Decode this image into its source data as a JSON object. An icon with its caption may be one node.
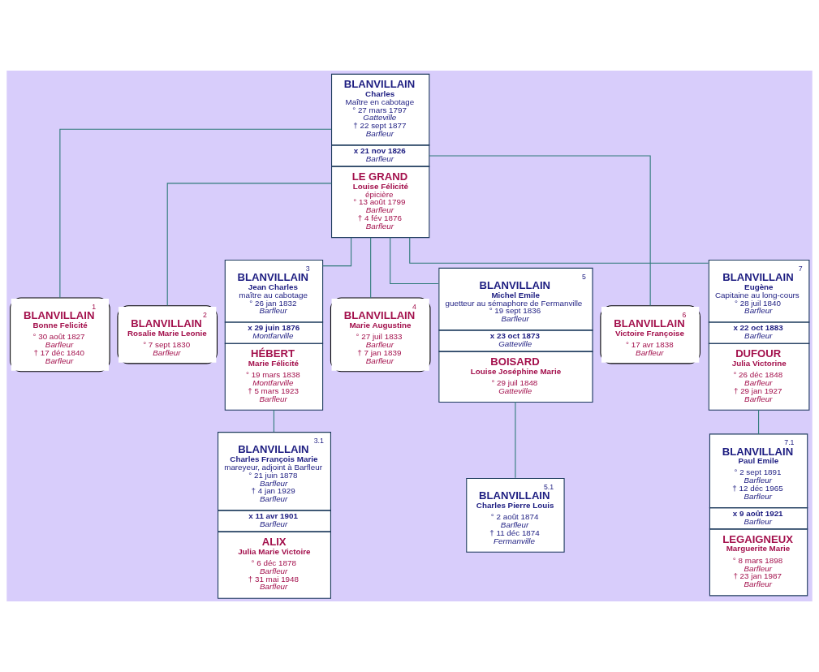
{
  "diagram": {
    "nodes": [
      {
        "text": [
          "BLANVILLAIN",
          "Charles",
          "Maître en cabotage",
          "° 27 mars 1797",
          "Gatteville",
          "† 22 sept 1877",
          "Barfleur",
          "x 21 nov 1826",
          "Barfleur",
          "LE GRAND",
          "Louise Félicité",
          "épicière",
          "° 13 août 1799",
          "Barfleur",
          "† 4 fév 1876",
          "Barfleur"
        ]
      },
      {
        "text": [
          "1",
          "BLANVILLAIN",
          "Bonne Felicité",
          "° 30 août 1827",
          "Barfleur",
          "† 17 déc 1840",
          "Barfleur"
        ]
      },
      {
        "text": [
          "2",
          "BLANVILLAIN",
          "Rosalie Marie Leonie",
          "° 7 sept 1830",
          "Barfleur"
        ]
      },
      {
        "text": [
          "3",
          "BLANVILLAIN",
          "Jean Charles",
          "maître au cabotage",
          "° 26 jan 1832",
          "Barfleur",
          "x 29 juin 1876",
          "Montfarville",
          "HÉBERT",
          "Marie Félicité",
          "° 19 mars 1838",
          "Montfarville",
          "† 5 mars 1923",
          "Barfleur"
        ]
      },
      {
        "text": [
          "4",
          "BLANVILLAIN",
          "Marie Augustine",
          "° 27 juil 1833",
          "Barfleur",
          "† 7 jan 1839",
          "Barfleur"
        ]
      },
      {
        "text": [
          "5",
          "BLANVILLAIN",
          "Michel Emile",
          "guetteur au sémaphore de Fermanville",
          "° 19 sept 1836",
          "Barfleur",
          "x 23 oct 1873",
          "Gatteville",
          "BOISARD",
          "Louise Joséphine Marie",
          "° 29 juil 1848",
          "Gatteville"
        ]
      },
      {
        "text": [
          "6",
          "BLANVILLAIN",
          "Victoire Françoise",
          "° 17 avr 1838",
          "Barfleur"
        ]
      },
      {
        "text": [
          "7",
          "BLANVILLAIN",
          "Eugène",
          "Capitaine au long-cours",
          "° 28 juil 1840",
          "Barfleur",
          "x 22 oct 1883",
          "Barfleur",
          "DUFOUR",
          "Julia Victorine",
          "° 26 déc 1848",
          "Barfleur",
          "† 29 jan 1927",
          "Barfleur"
        ]
      },
      {
        "text": [
          "3.1",
          "BLANVILLAIN",
          "Charles François Marie",
          "mareyeur, adjoint à Barfleur",
          "° 21 juin 1878",
          "Barfleur",
          "† 4 jan 1929",
          "Barfleur",
          "x 11 avr 1901",
          "Barfleur",
          "ALIX",
          "Julia Marie Victoire",
          "° 6 déc 1878",
          "Barfleur",
          "† 31 mai 1948",
          "Barfleur"
        ]
      },
      {
        "text": [
          "5.1",
          "BLANVILLAIN",
          "Charles Pierre Louis",
          "° 2 août 1874",
          "Barfleur",
          "† 11 déc 1874",
          "Fermanville"
        ]
      },
      {
        "text": [
          "7.1",
          "BLANVILLAIN",
          "Paul Emile",
          "° 2 sept 1891",
          "Barfleur",
          "† 12 déc 1965",
          "Barfleur",
          "x 9 août 1921",
          "Barfleur",
          "LEGAIGNEUX",
          "Marguerite Marie",
          "° 8 mars 1898",
          "Barfleur",
          "† 23 jan 1987",
          "Barfleur"
        ]
      }
    ],
    "edges": [
      {
        "from": 0,
        "to": 1,
        "arrow": "none"
      },
      {
        "from": 0,
        "to": 2,
        "arrow": "none"
      },
      {
        "from": 0,
        "to": 3,
        "arrow": "none"
      },
      {
        "from": 0,
        "to": 4,
        "arrow": "none"
      },
      {
        "from": 0,
        "to": 5,
        "arrow": "none"
      },
      {
        "from": 0,
        "to": 6,
        "arrow": "none"
      },
      {
        "from": 0,
        "to": 7,
        "arrow": "none"
      },
      {
        "from": 3,
        "to": 8,
        "arrow": "none"
      },
      {
        "from": 5,
        "to": 9,
        "arrow": "none"
      },
      {
        "from": 7,
        "to": 10,
        "arrow": "none"
      }
    ]
  }
}
